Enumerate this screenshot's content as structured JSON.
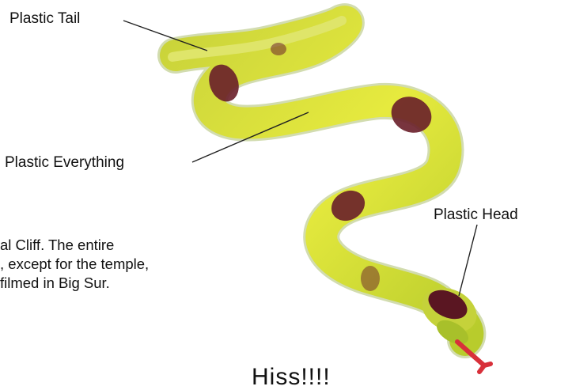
{
  "annotations": {
    "tail": "Plastic Tail",
    "everything": "Plastic Everything",
    "head": "Plastic Head"
  },
  "body_text": {
    "line1": "al Cliff. The entire",
    "line2": ", except for the temple,",
    "line3": "filmed in Big Sur."
  },
  "bottom_text": "Hiss!!!!",
  "colors": {
    "body_yellow": "#d9e23a",
    "body_green": "#aec92a",
    "band_maroon": "#6a1f2a",
    "tongue": "#d8303a",
    "leader_line": "#222222"
  },
  "icons": {
    "subject": "rubber-snake-toy"
  }
}
